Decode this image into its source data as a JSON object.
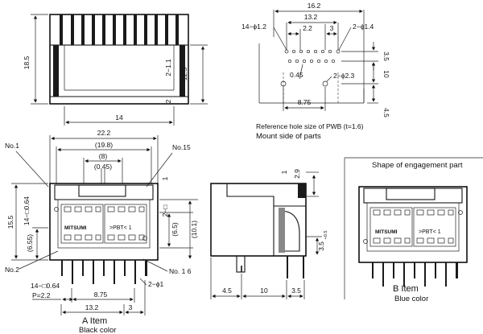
{
  "top_view": {
    "dim_width": "14",
    "dim_height": "18.5",
    "dim_12_5": "12.5",
    "dim_2_1_1": "2−1.1",
    "dim_2": "2"
  },
  "pcb_ref": {
    "dim_16_2": "16.2",
    "dim_13_2": "13.2",
    "dim_2_2": "2.2",
    "dim_3": "3",
    "hole_small": "14−ϕ1.2",
    "hole_mid": "2−ϕ1.4",
    "dim_3_5": "3.5",
    "dim_0_45": "0.45",
    "hole_large": "2−ϕ2.3",
    "dim_10": "10",
    "dim_8_75": "8.75",
    "dim_4_5": "4.5",
    "caption_line1": "Reference hole size of PWB (t=1.6)",
    "caption_line2": "Mount side of parts"
  },
  "front_view": {
    "dim_22_2": "22.2",
    "dim_19_8": "(19.8)",
    "dim_8": "(8)",
    "dim_0_45": "(0.45)",
    "label_no1": "No.1",
    "label_no15": "No.15",
    "label_no2": "No.2",
    "label_no16": "No. 1 6",
    "dim_15_5": "15.5",
    "dim_14_sq": "14−□0.64",
    "dim_6_55": "(6.55)",
    "dim_2_sq": "2−□",
    "dim_1": "1",
    "dim_6_5": "(6.5)",
    "dim_10_1": "(10.1)",
    "brand": "MITSUMI",
    "pbt": ">PBT< 1",
    "bottom_sq": "14−□0.64",
    "dim_p": "P=2.2",
    "dim_8_75": "8.75",
    "dim_2_phi1": "2−ϕ1",
    "dim_13_2": "13.2",
    "dim_3": "3"
  },
  "side_view": {
    "dim_1": "1",
    "dim_2_9": "2.9",
    "dim_3_5": "3.5",
    "dim_3_5_tol": "+0.5",
    "dim_4_5": "4.5",
    "dim_10": "10",
    "dim_3_5b": "3.5"
  },
  "engagement": {
    "title": "Shape of engagement part",
    "brand": "MITSUMI",
    "pbt": ">PBT< 1"
  },
  "captions": {
    "a_item": "A Item",
    "a_color": "Black color",
    "b_item": "B Item",
    "b_color": "Blue color"
  }
}
